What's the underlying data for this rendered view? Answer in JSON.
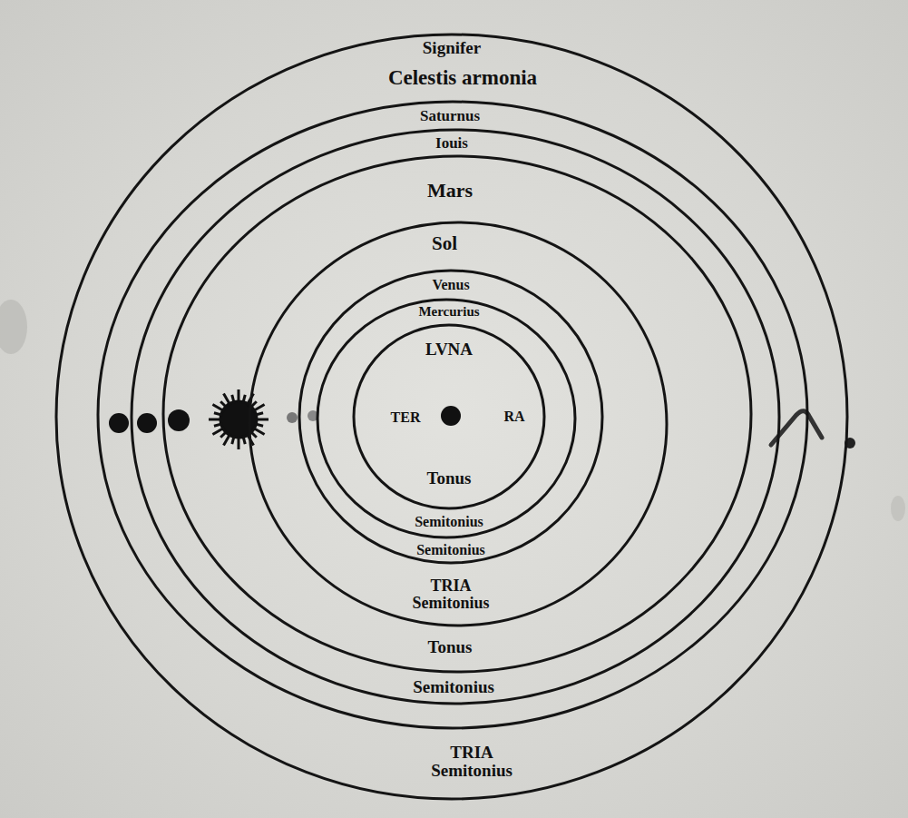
{
  "diagram": {
    "nodes": [
      {
        "text": [
          "Signifer",
          "Celestis armonia",
          "TRIA Semitonius"
        ]
      },
      {
        "text": [
          "Saturnus"
        ],
        "in": 0
      },
      {
        "text": [
          "Iouis",
          "Semitonius"
        ],
        "in": 1
      },
      {
        "text": [
          "Mars",
          "Tonus"
        ],
        "in": 2
      },
      {
        "text": [
          "Sol",
          "TRIA Semitonius"
        ],
        "in": 3
      },
      {
        "text": [
          "Venus",
          "Semitonius"
        ],
        "in": 4
      },
      {
        "text": [
          "Mercurius",
          "Semitonius"
        ],
        "in": 5
      },
      {
        "text": [
          "LVNA",
          "Tonus"
        ],
        "in": 6
      }
    ],
    "labels": [
      "TER",
      "RA"
    ]
  }
}
